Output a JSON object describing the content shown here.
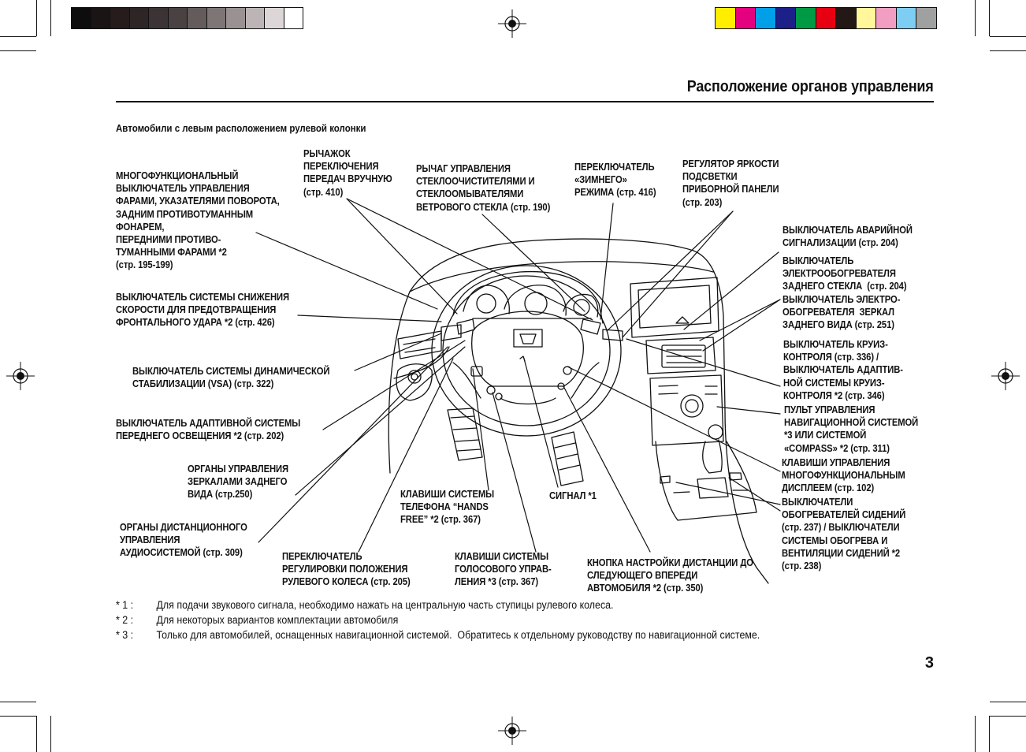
{
  "printer_marks": {
    "gray_swatches": [
      "#0d0d0d",
      "#1a1414",
      "#261c1c",
      "#2e2626",
      "#3c3434",
      "#4a4242",
      "#645c5c",
      "#7e7676",
      "#9a9292",
      "#bdb5b5",
      "#dcd6d6",
      "#ffffff"
    ],
    "color_swatches": [
      "#ffee00",
      "#e4007f",
      "#00a0e9",
      "#1d2088",
      "#009944",
      "#e60012",
      "#231815",
      "#fff799",
      "#f19ec2",
      "#7ecef4",
      "#9fa0a0"
    ]
  },
  "header": {
    "title": "Расположение органов управления",
    "subtitle": "Автомобили с левым расположением рулевой колонки"
  },
  "labels": {
    "multifunction": "МНОГОФУНКЦИОНАЛЬНЫЙ\nВЫКЛЮЧАТЕЛЬ УПРАВЛЕНИЯ\nФАРАМИ, УКАЗАТЕЛЯМИ ПОВОРОТА,\nЗАДНИМ ПРОТИВОТУМАННЫМ\nФОНАРЕМ,\nПЕРЕДНИМИ ПРОТИВО-\nТУМАННЫМИ ФАРАМИ *2\n(стр. 195-199)",
    "paddle": "РЫЧАЖОК\nПЕРЕКЛЮЧЕНИЯ\nПЕРЕДАЧ ВРУЧНУЮ\n(стр. 410)",
    "wiper": "РЫЧАГ УПРАВЛЕНИЯ\nСТЕКЛООЧИСТИТЕЛЯМИ И\nСТЕКЛООМЫВАТЕЛЯМИ\nВЕТРОВОГО СТЕКЛА (стр. 190)",
    "winter": "ПЕРЕКЛЮЧАТЕЛЬ\n«ЗИМНЕГО»\nРЕЖИМА (стр. 416)",
    "brightness": "РЕГУЛЯТОР ЯРКОСТИ\nПОДСВЕТКИ\nПРИБОРНОЙ ПАНЕЛИ\n(стр. 203)",
    "hazard": "ВЫКЛЮЧАТЕЛЬ АВАРИЙНОЙ\nСИГНАЛИЗАЦИИ (стр. 204)",
    "defrost": "ВЫКЛЮЧАТЕЛЬ\nЭЛЕКТРООБОГРЕВАТЕЛЯ\nЗАДНЕГО СТЕКЛА  (стр. 204)\nВЫКЛЮЧАТЕЛЬ ЭЛЕКТРО-\nОБОГРЕВАТЕЛЯ  ЗЕРКАЛ\nЗАДНЕГО ВИДА (стр. 251)",
    "collision": "ВЫКЛЮЧАТЕЛЬ СИСТЕМЫ СНИЖЕНИЯ\nСКОРОСТИ ДЛЯ ПРЕДОТВРАЩЕНИЯ\nФРОНТАЛЬНОГО УДАРА *2 (стр. 426)",
    "cruise": "ВЫКЛЮЧАТЕЛЬ КРУИЗ-\nКОНТРОЛЯ (стр. 336) /\nВЫКЛЮЧАТЕЛЬ АДАПТИВ-\nНОЙ СИСТЕМЫ КРУИЗ-\nКОНТРОЛЯ *2 (стр. 346)",
    "vsa": "ВЫКЛЮЧАТЕЛЬ СИСТЕМЫ ДИНАМИЧЕСКОЙ\nСТАБИЛИЗАЦИИ (VSA) (стр. 322)",
    "nav": "ПУЛЬТ УПРАВЛЕНИЯ\nНАВИГАЦИОННОЙ СИСТЕМОЙ\n*3 ИЛИ СИСТЕМОЙ\n«COMPASS» *2 (стр. 311)",
    "afs": "ВЫКЛЮЧАТЕЛЬ АДАПТИВНОЙ СИСТЕМЫ\nПЕРЕДНЕГО ОСВЕЩЕНИЯ *2 (стр. 202)",
    "mid": "КЛАВИШИ УПРАВЛЕНИЯ\nМНОГОФУНКЦИОНАЛЬНЫМ\nДИСПЛЕЕМ (стр. 102)",
    "mirrors": "ОРГАНЫ УПРАВЛЕНИЯ\nЗЕРКАЛАМИ ЗАДНЕГО\nВИДА (стр.250)",
    "phone": "КЛАВИШИ СИСТЕМЫ\nТЕЛЕФОНА “HANDS\nFREE” *2 (стр. 367)",
    "horn": "СИГНАЛ *1",
    "seats": "ВЫКЛЮЧАТЕЛИ\nОБОГРЕВАТЕЛЕЙ СИДЕНИЙ\n(стр. 237) / ВЫКЛЮЧАТЕЛИ\nСИСТЕМЫ ОБОГРЕВА И\nВЕНТИЛЯЦИИ СИДЕНИЙ *2\n(стр. 238)",
    "audio": "ОРГАНЫ ДИСТАНЦИОННОГО\nУПРАВЛЕНИЯ\nАУДИОСИСТЕМОЙ (стр. 309)",
    "tilt": "ПЕРЕКЛЮЧАТЕЛЬ\nРЕГУЛИРОВКИ ПОЛОЖЕНИЯ\nРУЛЕВОГО КОЛЕСА (стр. 205)",
    "voice": "КЛАВИШИ СИСТЕМЫ\nГОЛОСОВОГО УПРАВ-\nЛЕНИЯ *3 (стр. 367)",
    "distance": "КНОПКА НАСТРОЙКИ ДИСТАНЦИИ ДО\nСЛЕДУЮЩЕГО ВПЕРЕДИ\nАВТОМОБИЛЯ *2 (стр. 350)"
  },
  "footnotes": [
    {
      "mark": "* 1 :",
      "text": "Для подачи звукового сигнала, необходимо нажать на центральную часть ступицы рулевого колеса."
    },
    {
      "mark": "* 2 :",
      "text": "Для некоторых вариантов комплектации автомобиля"
    },
    {
      "mark": "* 3 :",
      "text": "Только для автомобилей, оснащенных навигационной системой.  Обратитесь к отдельному руководству по навигационной системе."
    }
  ],
  "page_number": "3"
}
